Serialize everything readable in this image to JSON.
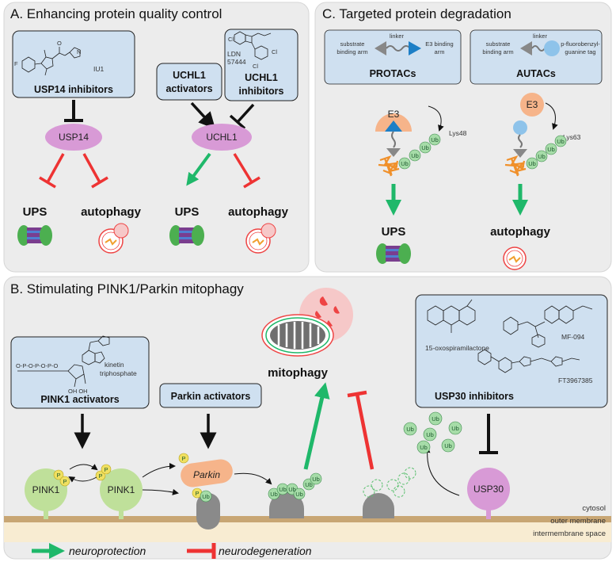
{
  "panelA": {
    "title": "A. Enhancing protein quality control",
    "compound_iu1": "IU1",
    "usp14_inhibitors": "USP14 inhibitors",
    "ucl1_activators_line1": "UCHL1",
    "ucl1_activators_line2": "activators",
    "ldn_line1": "LDN",
    "ldn_line2": "57444",
    "uchl1_inhibitors_line1": "UCHL1",
    "uchl1_inhibitors_line2": "inhibitors",
    "node_usp14": "USP14",
    "node_uchl1": "UCHL1",
    "out1": "UPS",
    "out2": "autophagy",
    "out3": "UPS",
    "out4": "autophagy"
  },
  "panelC": {
    "title": "C. Targeted protein degradation",
    "protac_substrate_line1": "substrate",
    "protac_substrate_line2": "binding arm",
    "protac_linker": "linker",
    "protac_e3_line1": "E3 binding",
    "protac_e3_line2": "arm",
    "protacs": "PROTACs",
    "autac_substrate_line1": "substrate",
    "autac_substrate_line2": "binding arm",
    "autac_linker": "linker",
    "autac_tag_line1": "p-fluorobenzyl-",
    "autac_tag_line2": "guanine tag",
    "autacs": "AUTACs",
    "e3_left": "E3",
    "e3_right": "E3",
    "lys48": "Lys48",
    "lys63": "Lys63",
    "ub": "Ub",
    "out_ups": "UPS",
    "out_autophagy": "autophagy"
  },
  "panelB": {
    "title": "B. Stimulating PINK1/Parkin mitophagy",
    "kinetin_line1": "kinetin",
    "kinetin_line2": "triphosphate",
    "pink1_activators": "PINK1 activators",
    "parkin_activators": "Parkin activators",
    "mitophagy": "mitophagy",
    "oxo": "15-oxospiramilactone",
    "mf094": "MF-094",
    "ft": "FT3967385",
    "usp30_inhibitors": "USP30 inhibitors",
    "pink1_a": "PINK1",
    "pink1_b": "PINK1",
    "parkin": "Parkin",
    "usp30": "USP30",
    "p": "P",
    "ub": "Ub",
    "cytosol": "cytosol",
    "outer_membrane": "outer membrane",
    "intermembrane_space": "intermembrane space",
    "legend_neuroprotection": "neuroprotection",
    "legend_neurodegeneration": "neurodegeneration"
  },
  "colors": {
    "panel_bg": "#ececec",
    "box_fill": "#cfe0f0",
    "node_pink": "#d89ad6",
    "green_arrow": "#1fb86a",
    "red_inhibit": "#ee3333",
    "pink1_green": "#bfe09a",
    "parkin_orange": "#f6b48a",
    "ub_green": "#a6dca8",
    "membrane_brown": "#c8a674"
  }
}
